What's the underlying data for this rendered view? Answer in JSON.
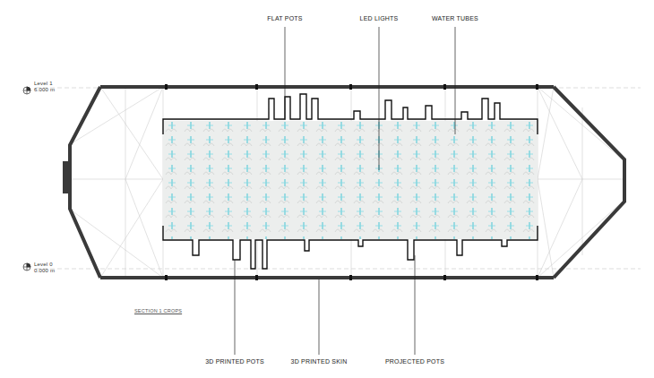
{
  "diagram": {
    "labels": [
      "FLAT POTS",
      "LED LIGHTS",
      "WATER TUBES",
      "Level 1",
      "6.000 m",
      "Level 0",
      "0.000 m",
      "SECTION 1 CROPS",
      "3D PRINTED POTS",
      "3D PRINTED SKIN",
      "PROJECTED POTS"
    ]
  }
}
